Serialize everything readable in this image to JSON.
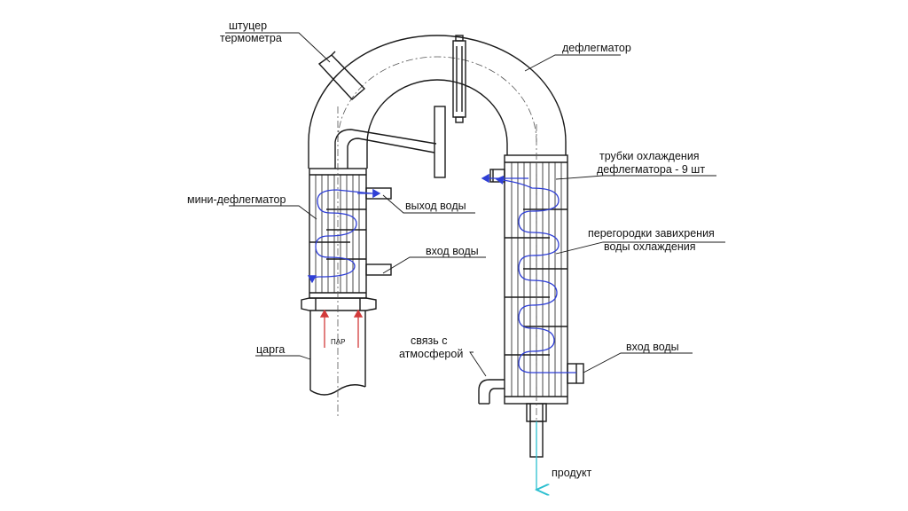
{
  "labels": {
    "thermometer_fitting_line1": "штуцер",
    "thermometer_fitting_line2": "термометра",
    "dephlegmator": "дефлегматор",
    "cooling_tubes_line1": "трубки охлаждения",
    "cooling_tubes_line2": "дефлегматора - 9 шт",
    "mini_dephlegmator": "мини-дефлегматор",
    "water_outlet": "выход воды",
    "water_inlet_left": "вход воды",
    "baffles_line1": "перегородки завихрения",
    "baffles_line2": "воды охлаждения",
    "vent_line1": "связь с",
    "vent_line2": "атмосферой",
    "steam": "ПАР",
    "column": "царга",
    "water_inlet_right": "вход воды",
    "product": "продукт"
  },
  "colors": {
    "line": "#1a1a1a",
    "water_flow": "#2f3fd6",
    "steam_flow": "#d23a3a",
    "product_flow": "#2bbfd0",
    "axis": "#555555"
  }
}
